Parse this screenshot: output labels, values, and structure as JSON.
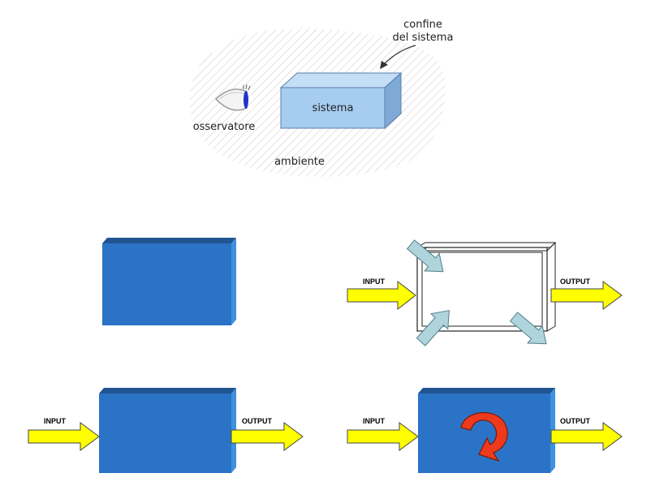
{
  "colors": {
    "system_front": "#a6ccf0",
    "system_top": "#c4def7",
    "system_side": "#7fa9d6",
    "block_front": "#2b73c6",
    "block_top": "#1f5590",
    "block_side": "#3f90e0",
    "arrow_yellow": "#ffff00",
    "arrow_teal": "#b0d4dc",
    "feedback_red": "#ee3a1c",
    "hatch": "#c8c8c8"
  },
  "top_diagram": {
    "system_label": "sistema",
    "observer_label": "osservatore",
    "environment_label": "ambiente",
    "boundary_label_line1": "confine",
    "boundary_label_line2": "del sistema"
  },
  "io_labels": {
    "input": "INPUT",
    "output": "OUTPUT"
  },
  "icons": {
    "observer": "eye-icon",
    "feedback": "curved-arrow-icon"
  }
}
